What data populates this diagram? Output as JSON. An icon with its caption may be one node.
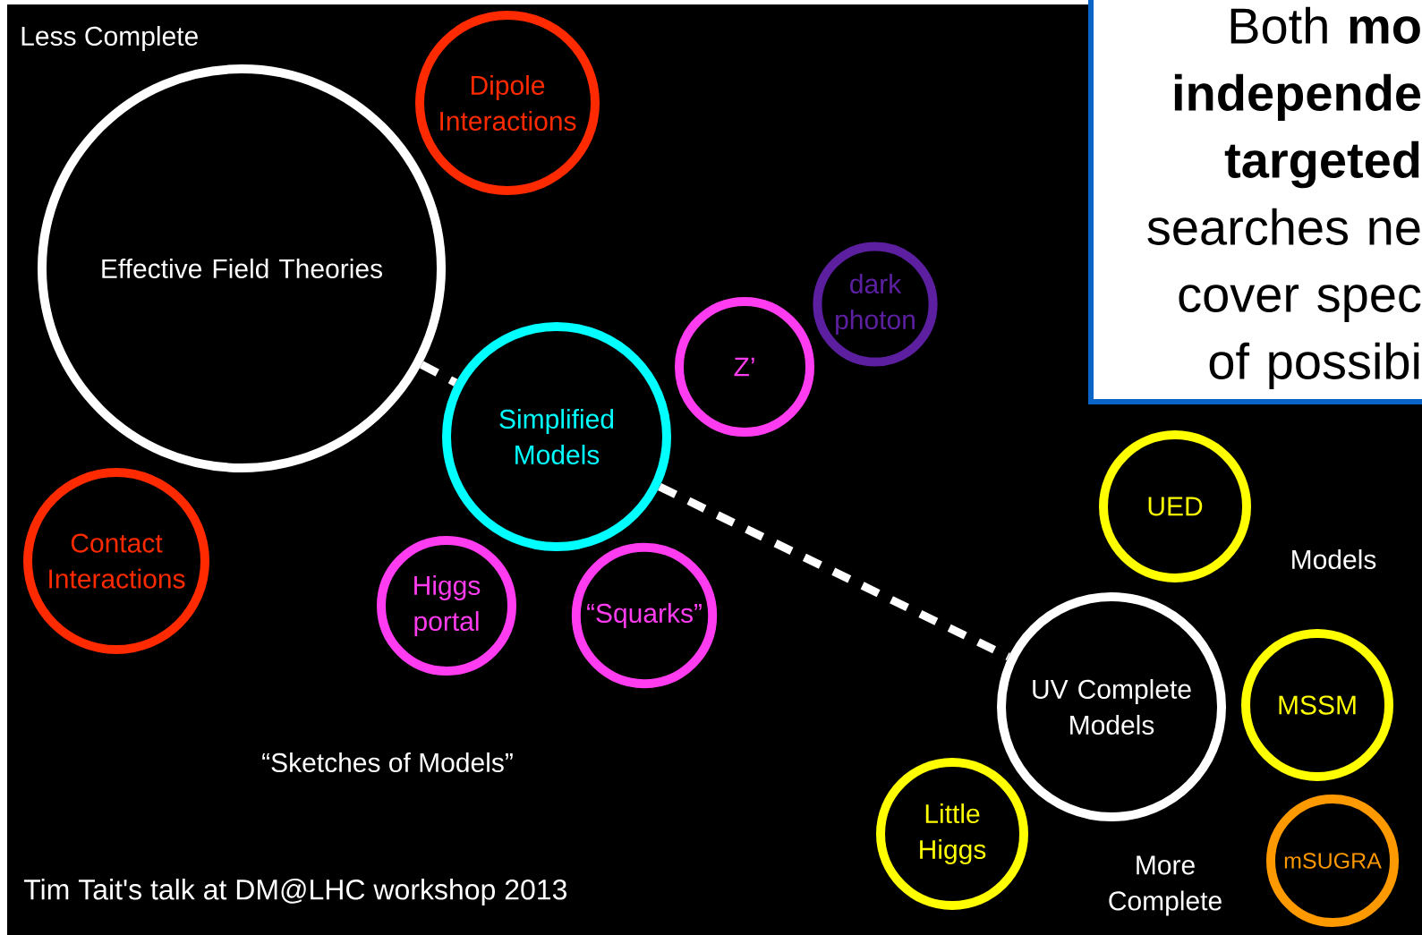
{
  "diagram": {
    "nodes": [
      {
        "text": [
          "Effective Field Theories"
        ]
      },
      {
        "text": [
          "Dipole Interactions"
        ]
      },
      {
        "text": [
          "dark photon"
        ]
      },
      {
        "text": [
          "Z’"
        ]
      },
      {
        "text": [
          "Simplified Models"
        ]
      },
      {
        "text": [
          "Contact Interactions"
        ]
      },
      {
        "text": [
          "Higgs portal"
        ]
      },
      {
        "text": [
          "“Squarks”"
        ]
      },
      {
        "text": [
          "UED"
        ]
      },
      {
        "text": [
          "UV Complete Models"
        ]
      },
      {
        "text": [
          "MSSM"
        ]
      },
      {
        "text": [
          "Little Higgs"
        ]
      },
      {
        "text": [
          "mSUGRA"
        ]
      },
      {
        "text": [
          "Both **mo independe targeted** searches ne cover spec of possibi"
        ]
      }
    ],
    "edges": [
      {
        "from": 0,
        "to": 4,
        "arrow": "none",
        "style": "dashed"
      },
      {
        "from": 4,
        "to": 9,
        "arrow": "none",
        "style": "dashed"
      }
    ],
    "labels": [
      "Less Complete",
      "“Sketches of Models”",
      "Models",
      "More Complete",
      "Tim Tait's talk at DM@LHC workshop 2013"
    ]
  }
}
